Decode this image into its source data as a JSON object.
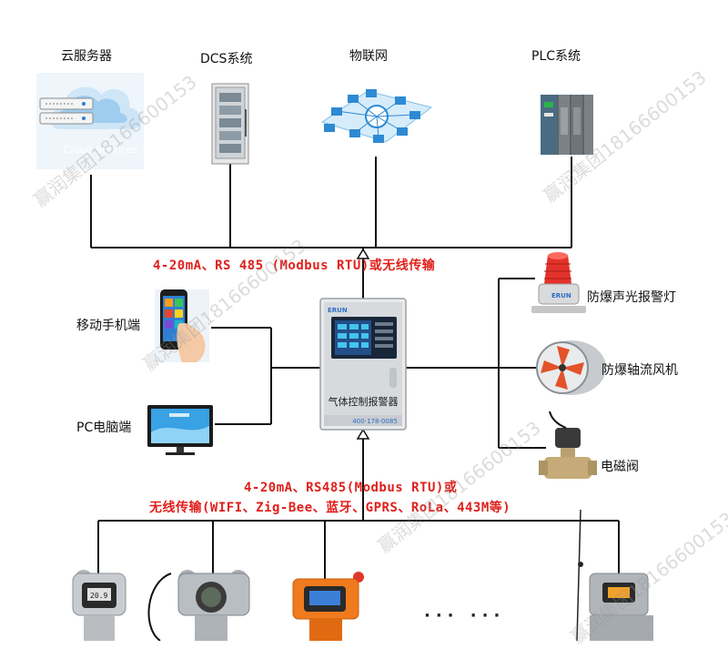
{
  "top_nodes": {
    "cloud": "云服务器",
    "cloud_caption": "Cloud Services",
    "dcs": "DCS系统",
    "iot": "物联网",
    "plc": "PLC系统"
  },
  "left_nodes": {
    "mobile": "移动手机端",
    "pc": "PC电脑端"
  },
  "right_nodes": {
    "siren": "防爆声光报警灯",
    "fan": "防爆轴流风机",
    "valve": "电磁阀"
  },
  "controller": {
    "label": "气体控制报警器",
    "brand": "ERUN",
    "phone": "400-178-0085"
  },
  "links": {
    "upper": "4-20mA、RS 485 (Modbus RTU)或无线传输",
    "lower_line1": "4-20mA、RS485(Modbus RTU)或",
    "lower_line2": "无线传输(WIFI、Zig-Bee、蓝牙、GPRS、RoLa、443M等)"
  },
  "detectors": {
    "ellipsis": "··· ···"
  },
  "watermark": "赢润集团18166600153",
  "colors": {
    "line": "#111111",
    "link_text": "#e0201c",
    "detector_orange": "#f07a1e",
    "device_gray": "#b9bdc2"
  }
}
